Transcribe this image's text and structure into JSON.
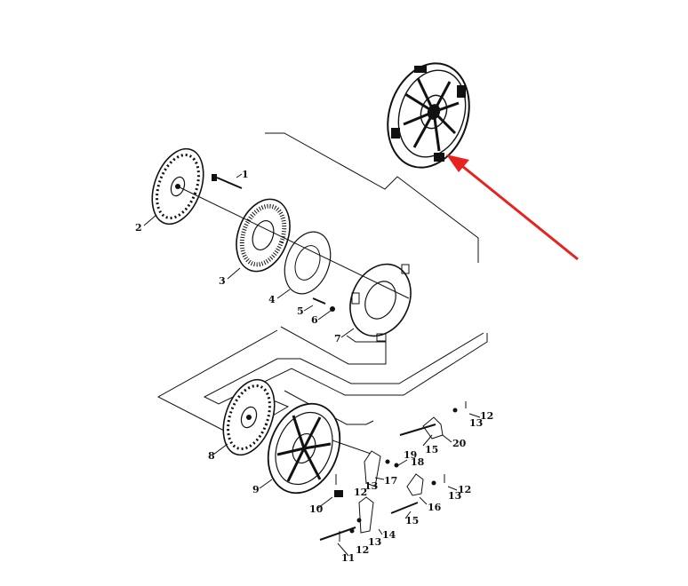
{
  "diagram": {
    "labels": [
      {
        "id": "1",
        "text": "1"
      },
      {
        "id": "2",
        "text": "2"
      },
      {
        "id": "3",
        "text": "3"
      },
      {
        "id": "4",
        "text": "4"
      },
      {
        "id": "5",
        "text": "5"
      },
      {
        "id": "6",
        "text": "6"
      },
      {
        "id": "7",
        "text": "7"
      },
      {
        "id": "8",
        "text": "8"
      },
      {
        "id": "9",
        "text": "9"
      },
      {
        "id": "10",
        "text": "10"
      },
      {
        "id": "11",
        "text": "11"
      },
      {
        "id": "12a",
        "text": "12"
      },
      {
        "id": "12b",
        "text": "12"
      },
      {
        "id": "12c",
        "text": "12"
      },
      {
        "id": "12d",
        "text": "12"
      },
      {
        "id": "13a",
        "text": "13"
      },
      {
        "id": "13b",
        "text": "13"
      },
      {
        "id": "13c",
        "text": "13"
      },
      {
        "id": "13d",
        "text": "13"
      },
      {
        "id": "14",
        "text": "14"
      },
      {
        "id": "15a",
        "text": "15"
      },
      {
        "id": "15b",
        "text": "15"
      },
      {
        "id": "16",
        "text": "16"
      },
      {
        "id": "17",
        "text": "17"
      },
      {
        "id": "18",
        "text": "18"
      },
      {
        "id": "19",
        "text": "19"
      },
      {
        "id": "20",
        "text": "20"
      }
    ],
    "colors": {
      "line": "#111111",
      "arrow": "#e8231e",
      "background": "#ffffff"
    }
  }
}
